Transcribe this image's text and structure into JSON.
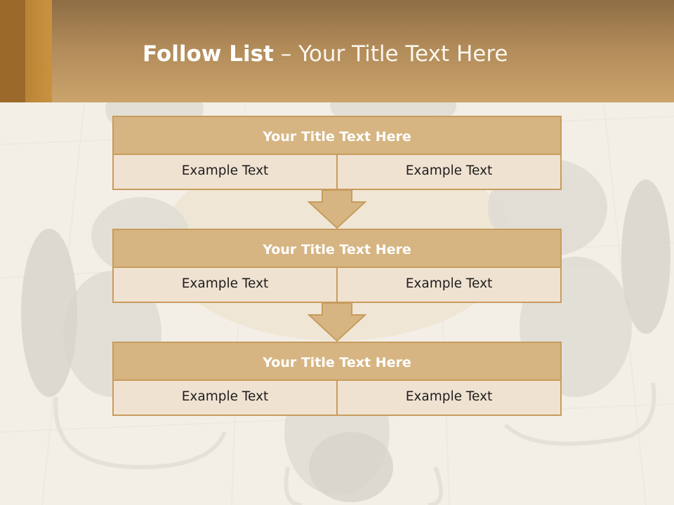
{
  "slide": {
    "title_bold": "Follow List",
    "title_rest": "– Your Title Text Here",
    "blocks": [
      {
        "title": "Your Title Text Here",
        "left": "Example Text",
        "right": "Example Text"
      },
      {
        "title": "Your Title Text Here",
        "left": "Example Text",
        "right": "Example Text"
      },
      {
        "title": "Your Title Text Here",
        "left": "Example Text",
        "right": "Example Text"
      }
    ]
  },
  "colors": {
    "header_brown": "#b08a58",
    "block_title_fill": "#d6b582",
    "block_border": "#c79c5e",
    "cell_fill": "#f0e2d1"
  },
  "icons": [
    "down-arrow-icon"
  ]
}
